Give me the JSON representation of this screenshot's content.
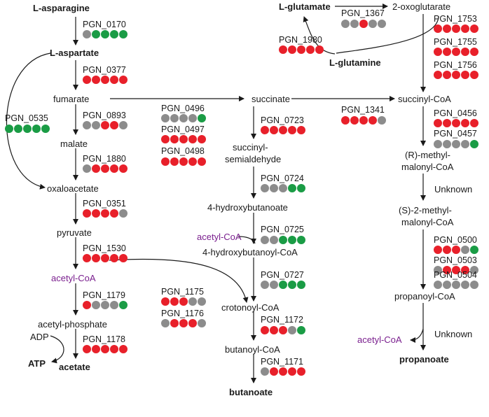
{
  "colors": {
    "red": "#e8202a",
    "green": "#1a9c45",
    "gray": "#8c8c8c",
    "cofactor": "#7a1f8e"
  },
  "metabolites": {
    "l_asparagine": "L-asparagine",
    "l_aspartate": "L-aspartate",
    "fumarate": "fumarate",
    "malate": "malate",
    "oxaloacetate": "oxaloacetate",
    "pyruvate": "pyruvate",
    "acetyl_coa_left": "acetyl-CoA",
    "acetyl_phosphate": "acetyl-phosphate",
    "adp": "ADP",
    "atp": "ATP",
    "acetate": "acetate",
    "succinate": "succinate",
    "succinyl_semialdehyde_1": "succinyl-",
    "succinyl_semialdehyde_2": "semialdehyde",
    "hydroxybutanoate": "4-hydroxybutanoate",
    "acetyl_coa_mid": "acetyl-CoA",
    "hydroxybutanoyl_coa": "4-hydroxybutanoyl-CoA",
    "crotonoyl_coa": "crotonoyl-CoA",
    "butanoyl_coa": "butanoyl-CoA",
    "butanoate": "butanoate",
    "l_glutamate": "L-glutamate",
    "oxoglutarate": "2-oxoglutarate",
    "l_glutamine": "L-glutamine",
    "succinyl_coa": "succinyl-CoA",
    "r_methyl_1": "(R)-methyl-",
    "r_methyl_2": "malonyl-CoA",
    "unknown_1": "Unknown",
    "s_methyl_1": "(S)-2-methyl-",
    "s_methyl_2": "malonyl-CoA",
    "propanoyl_coa": "propanoyl-CoA",
    "acetyl_coa_right": "acetyl-CoA",
    "unknown_2": "Unknown",
    "propanoate": "propanoate"
  },
  "genes": {
    "PGN_0170": {
      "label": "PGN_0170",
      "dots": [
        "y",
        "g",
        "g",
        "g",
        "g"
      ]
    },
    "PGN_0377": {
      "label": "PGN_0377",
      "dots": [
        "r",
        "r",
        "r",
        "r",
        "r"
      ]
    },
    "PGN_0893": {
      "label": "PGN_0893",
      "dots": [
        "y",
        "y",
        "r",
        "r",
        "y"
      ]
    },
    "PGN_0535": {
      "label": "PGN_0535",
      "dots": [
        "g",
        "g",
        "g",
        "g",
        "g"
      ]
    },
    "PGN_1880": {
      "label": "PGN_1880",
      "dots": [
        "y",
        "r",
        "r",
        "r",
        "r"
      ]
    },
    "PGN_0496": {
      "label": "PGN_0496",
      "dots": [
        "y",
        "y",
        "y",
        "y",
        "g"
      ]
    },
    "PGN_0497": {
      "label": "PGN_0497",
      "dots": [
        "r",
        "r",
        "r",
        "r",
        "r"
      ]
    },
    "PGN_0498": {
      "label": "PGN_0498",
      "dots": [
        "r",
        "r",
        "r",
        "r",
        "r"
      ]
    },
    "PGN_0351": {
      "label": "PGN_0351",
      "dots": [
        "r",
        "r",
        "r",
        "r",
        "y"
      ]
    },
    "PGN_1530": {
      "label": "PGN_1530",
      "dots": [
        "r",
        "r",
        "r",
        "r",
        "r"
      ]
    },
    "PGN_1179": {
      "label": "PGN_1179",
      "dots": [
        "r",
        "y",
        "y",
        "y",
        "g"
      ]
    },
    "PGN_1178": {
      "label": "PGN_1178",
      "dots": [
        "r",
        "r",
        "r",
        "r",
        "r"
      ]
    },
    "PGN_1175": {
      "label": "PGN_1175",
      "dots": [
        "r",
        "r",
        "r",
        "y",
        "y"
      ]
    },
    "PGN_1176": {
      "label": "PGN_1176",
      "dots": [
        "y",
        "r",
        "r",
        "r",
        "y"
      ]
    },
    "PGN_0723": {
      "label": "PGN_0723",
      "dots": [
        "r",
        "r",
        "r",
        "r",
        "r"
      ]
    },
    "PGN_0724": {
      "label": "PGN_0724",
      "dots": [
        "y",
        "y",
        "y",
        "g",
        "g"
      ]
    },
    "PGN_0725": {
      "label": "PGN_0725",
      "dots": [
        "y",
        "y",
        "g",
        "g",
        "g"
      ]
    },
    "PGN_0727": {
      "label": "PGN_0727",
      "dots": [
        "y",
        "y",
        "g",
        "g",
        "g"
      ]
    },
    "PGN_1172": {
      "label": "PGN_1172",
      "dots": [
        "r",
        "r",
        "r",
        "y",
        "g"
      ]
    },
    "PGN_1171": {
      "label": "PGN_1171",
      "dots": [
        "y",
        "r",
        "r",
        "r",
        "r"
      ]
    },
    "PGN_1367": {
      "label": "PGN_1367",
      "dots": [
        "y",
        "y",
        "r",
        "y",
        "y"
      ]
    },
    "PGN_1980": {
      "label": "PGN_1980",
      "dots": [
        "r",
        "r",
        "r",
        "r",
        "r"
      ]
    },
    "PGN_1341": {
      "label": "PGN_1341",
      "dots": [
        "r",
        "r",
        "r",
        "r",
        "y"
      ]
    },
    "PGN_1753": {
      "label": "PGN_1753",
      "dots": [
        "r",
        "r",
        "r",
        "r",
        "r"
      ]
    },
    "PGN_1755": {
      "label": "PGN_1755",
      "dots": [
        "r",
        "r",
        "r",
        "r",
        "r"
      ]
    },
    "PGN_1756": {
      "label": "PGN_1756",
      "dots": [
        "r",
        "r",
        "r",
        "r",
        "r"
      ]
    },
    "PGN_0456": {
      "label": "PGN_0456",
      "dots": [
        "r",
        "r",
        "r",
        "r",
        "r"
      ]
    },
    "PGN_0457": {
      "label": "PGN_0457",
      "dots": [
        "y",
        "y",
        "y",
        "y",
        "g"
      ]
    },
    "PGN_0500": {
      "label": "PGN_0500",
      "dots": [
        "r",
        "r",
        "r",
        "y",
        "g"
      ]
    },
    "PGN_0503": {
      "label": "PGN_0503",
      "dots": [
        "y",
        "r",
        "r",
        "r",
        "y"
      ]
    },
    "PGN_0504": {
      "label": "PGN_0504",
      "dots": [
        "y",
        "y",
        "y",
        "y",
        "y"
      ]
    }
  }
}
